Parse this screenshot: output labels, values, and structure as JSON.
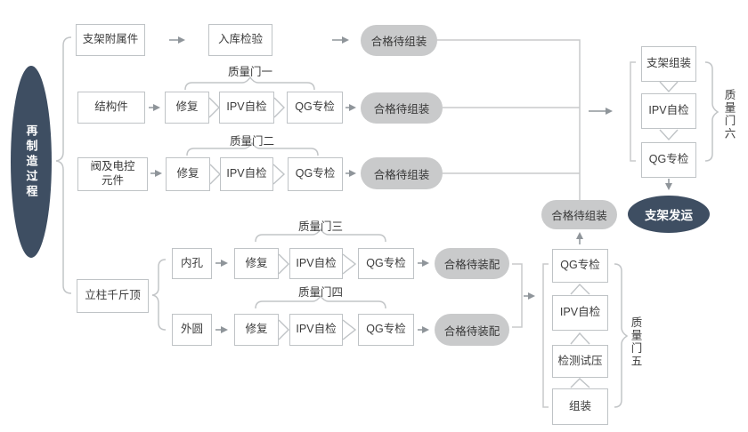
{
  "colors": {
    "accent_dark": "#3e4e62",
    "stadium_fill": "#c9cacb",
    "node_border": "#bfc3c6",
    "connector_line": "#c8cacb",
    "arrow": "#8f959a",
    "text": "#3b3b3b"
  },
  "process": {
    "label": "再制造过程"
  },
  "top_rows": [
    {
      "source": "支架附属件",
      "steps": [
        "入库检验"
      ],
      "result": "合格待组装"
    },
    {
      "source": "结构件",
      "gate": "质量门一",
      "steps": [
        "修复",
        "IPV自检",
        "QG专检"
      ],
      "result": "合格待组装"
    },
    {
      "source": "阀及电控元件",
      "gate": "质量门二",
      "steps": [
        "修复",
        "IPV自检",
        "QG专检"
      ],
      "result": "合格待组装"
    }
  ],
  "jack": {
    "source": "立柱千斤顶",
    "branches": [
      {
        "part": "内孔",
        "gate": "质量门三",
        "steps": [
          "修复",
          "IPV自检",
          "QG专检"
        ],
        "result": "合格待装配"
      },
      {
        "part": "外圆",
        "gate": "质量门四",
        "steps": [
          "修复",
          "IPV自检",
          "QG专检"
        ],
        "result": "合格待装配"
      }
    ]
  },
  "column_five": {
    "gate": "质量门五",
    "steps": [
      "QG专检",
      "IPV自检",
      "检测试压",
      "组装"
    ],
    "result": "合格待组装"
  },
  "column_six": {
    "gate": "质量门六",
    "steps": [
      "支架组装",
      "IPV自检",
      "QG专检"
    ],
    "final": "支架发运"
  }
}
